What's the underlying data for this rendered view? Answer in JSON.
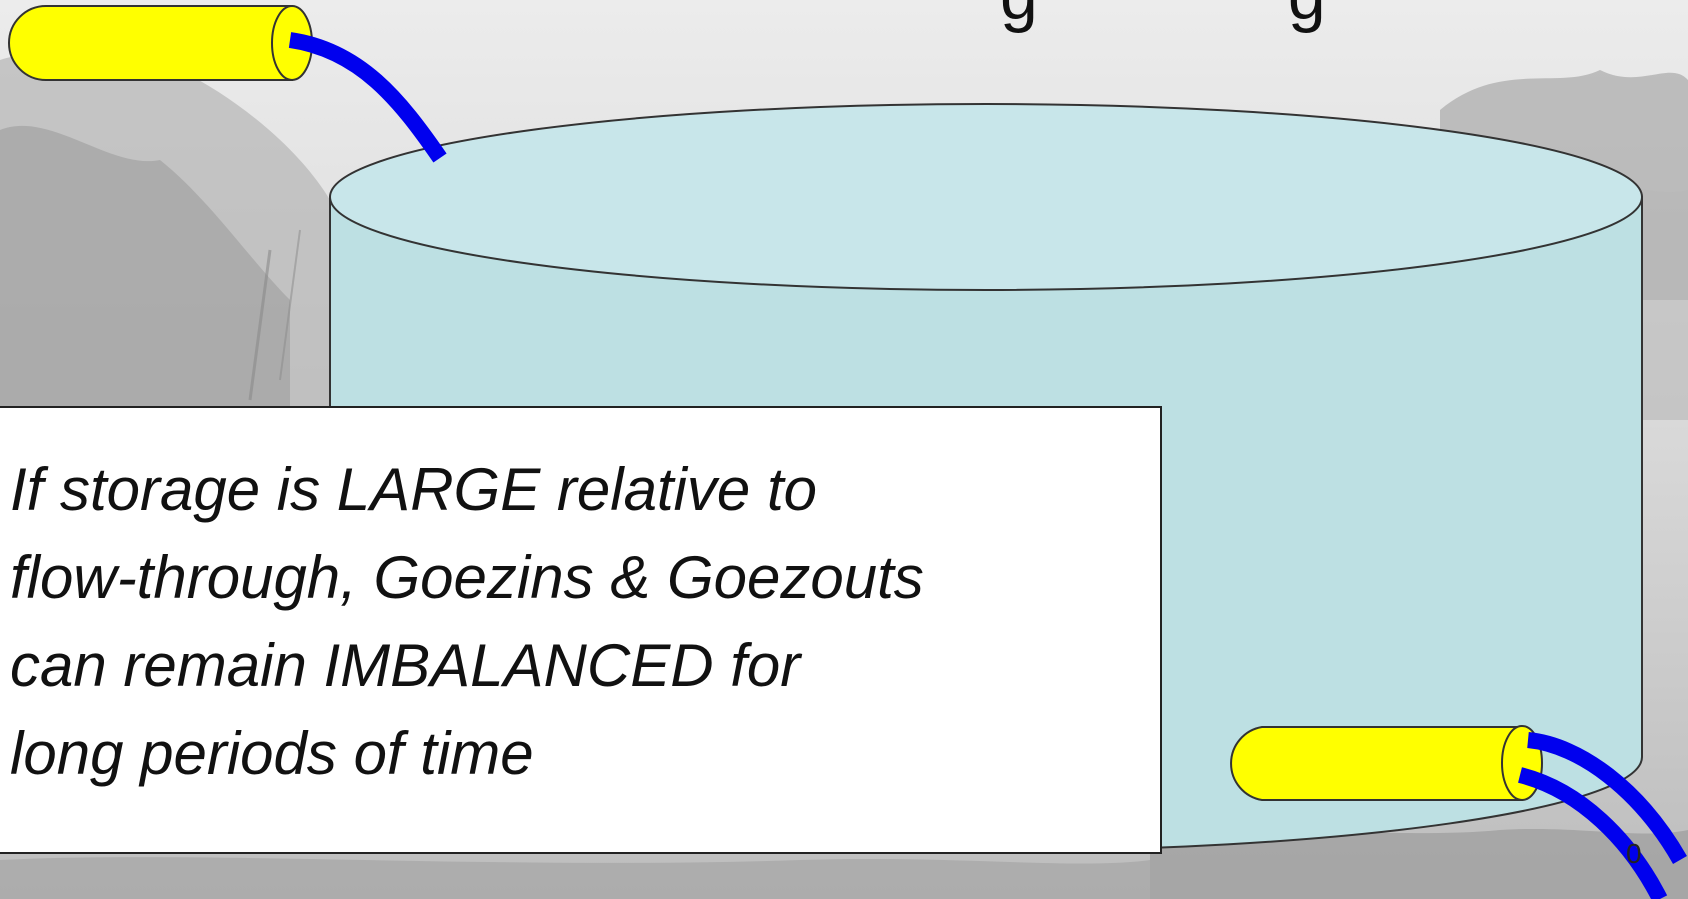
{
  "slide": {
    "title_fragment": "g",
    "title_fragment_2": "g",
    "message_lines": [
      "If storage is LARGE relative to",
      "flow-through, Goezins & Goezouts",
      "can remain IMBALANCED for",
      "long periods of time"
    ],
    "page_number": "0"
  },
  "diagram": {
    "tank_fill": "#bde0e3",
    "tank_top_fill": "#c8e6ea",
    "pipe_fill": "#ffff00",
    "flow_color": "#0000ee"
  }
}
